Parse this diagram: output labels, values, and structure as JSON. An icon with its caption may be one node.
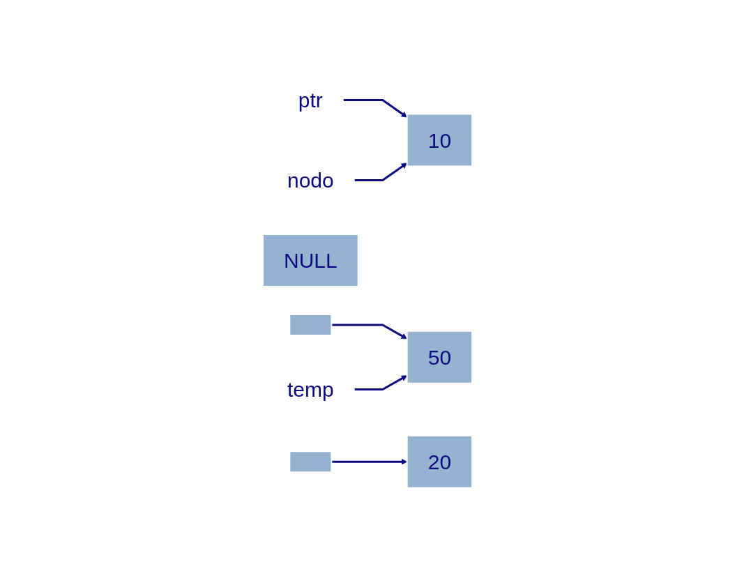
{
  "diagram": {
    "nodes": [
      {
        "text": [
          "ptr"
        ]
      },
      {
        "text": [
          "10"
        ]
      },
      {
        "text": [],
        "shape": "box"
      },
      {
        "text": [
          "20"
        ]
      },
      {
        "text": [
          "NULL"
        ]
      },
      {
        "text": [
          "nodo"
        ]
      },
      {
        "text": [
          "50"
        ]
      },
      {
        "text": [],
        "shape": "box"
      },
      {
        "text": [
          "temp"
        ]
      }
    ],
    "edges": [
      {
        "from": 0,
        "to": 1,
        "arrow": "to"
      },
      {
        "from": 5,
        "to": 1,
        "arrow": "to"
      },
      {
        "from": 2,
        "to": 6,
        "arrow": "to"
      },
      {
        "from": 8,
        "to": 6,
        "arrow": "to"
      },
      {
        "from": 7,
        "to": 3,
        "arrow": "to"
      }
    ]
  }
}
